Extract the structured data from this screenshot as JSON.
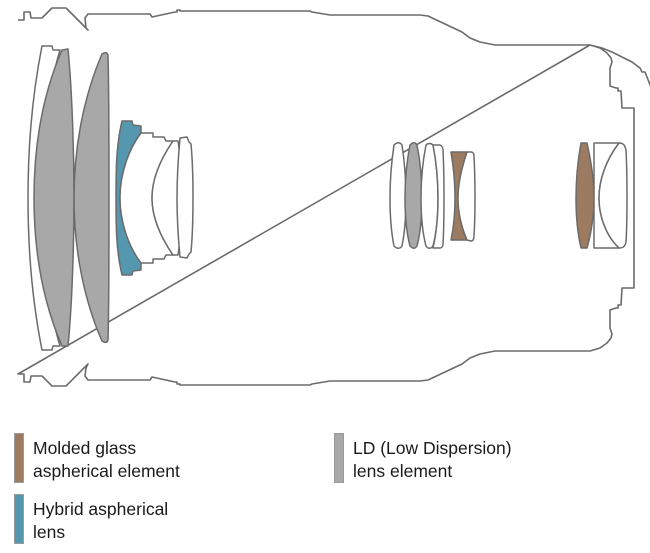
{
  "colors": {
    "outline": "#6b6b6b",
    "molded_glass": "#9c7b61",
    "hybrid": "#5497ae",
    "ld": "#a8a8a8",
    "plain": "#ffffff"
  },
  "legend": [
    {
      "key": "molded_glass",
      "line1": "Molded glass",
      "line2": "aspherical element"
    },
    {
      "key": "ld",
      "line1": "LD (Low Dispersion)",
      "line2": "lens element"
    },
    {
      "key": "hybrid",
      "line1": "Hybrid aspherical",
      "line2": "lens"
    }
  ],
  "elements": [
    {
      "group": "front",
      "type": "plain"
    },
    {
      "group": "front",
      "type": "ld"
    },
    {
      "group": "front",
      "type": "ld"
    },
    {
      "group": "front",
      "type": "hybrid"
    },
    {
      "group": "front",
      "type": "plain"
    },
    {
      "group": "front",
      "type": "plain"
    },
    {
      "group": "front",
      "type": "plain"
    },
    {
      "group": "middle",
      "type": "plain"
    },
    {
      "group": "middle",
      "type": "ld"
    },
    {
      "group": "middle",
      "type": "plain"
    },
    {
      "group": "middle",
      "type": "plain"
    },
    {
      "group": "middle",
      "type": "molded_glass"
    },
    {
      "group": "middle",
      "type": "plain"
    },
    {
      "group": "rear",
      "type": "molded_glass"
    },
    {
      "group": "rear",
      "type": "plain"
    },
    {
      "group": "rear",
      "type": "plain"
    }
  ]
}
